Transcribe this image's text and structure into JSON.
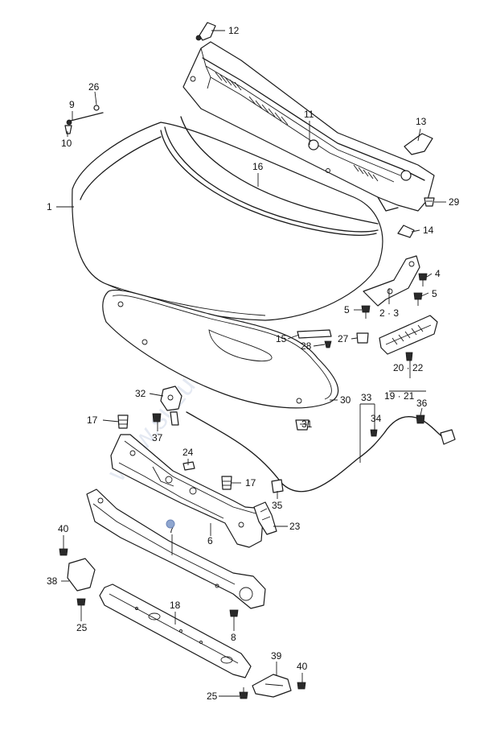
{
  "watermark": "www.suzuki-diely.sk",
  "callouts": [
    {
      "id": "c1",
      "text": "1"
    },
    {
      "id": "c2",
      "text": "2 · 3"
    },
    {
      "id": "c4",
      "text": "4"
    },
    {
      "id": "c5a",
      "text": "5"
    },
    {
      "id": "c5b",
      "text": "5"
    },
    {
      "id": "c6",
      "text": "6"
    },
    {
      "id": "c7",
      "text": "7"
    },
    {
      "id": "c8",
      "text": "8"
    },
    {
      "id": "c9",
      "text": "9"
    },
    {
      "id": "c10",
      "text": "10"
    },
    {
      "id": "c11",
      "text": "11"
    },
    {
      "id": "c12",
      "text": "12"
    },
    {
      "id": "c13",
      "text": "13"
    },
    {
      "id": "c14",
      "text": "14"
    },
    {
      "id": "c15",
      "text": "15"
    },
    {
      "id": "c16",
      "text": "16"
    },
    {
      "id": "c17a",
      "text": "17"
    },
    {
      "id": "c17b",
      "text": "17"
    },
    {
      "id": "c18",
      "text": "18"
    },
    {
      "id": "c19",
      "text": "19 · 21"
    },
    {
      "id": "c20",
      "text": "20 · 22"
    },
    {
      "id": "c23",
      "text": "23"
    },
    {
      "id": "c24",
      "text": "24"
    },
    {
      "id": "c25a",
      "text": "25"
    },
    {
      "id": "c25b",
      "text": "25"
    },
    {
      "id": "c26",
      "text": "26"
    },
    {
      "id": "c27",
      "text": "27"
    },
    {
      "id": "c28",
      "text": "28"
    },
    {
      "id": "c29",
      "text": "29"
    },
    {
      "id": "c30",
      "text": "30"
    },
    {
      "id": "c31",
      "text": "31"
    },
    {
      "id": "c32",
      "text": "32"
    },
    {
      "id": "c33",
      "text": "33"
    },
    {
      "id": "c34",
      "text": "34"
    },
    {
      "id": "c35",
      "text": "35"
    },
    {
      "id": "c36",
      "text": "36"
    },
    {
      "id": "c37",
      "text": "37"
    },
    {
      "id": "c38",
      "text": "38"
    },
    {
      "id": "c39",
      "text": "39"
    },
    {
      "id": "c40a",
      "text": "40"
    },
    {
      "id": "c40b",
      "text": "40"
    }
  ],
  "colors": {
    "line": "#1a1a1a",
    "watermark": "#cfd8e8",
    "cursor": "#8fa6cf"
  }
}
